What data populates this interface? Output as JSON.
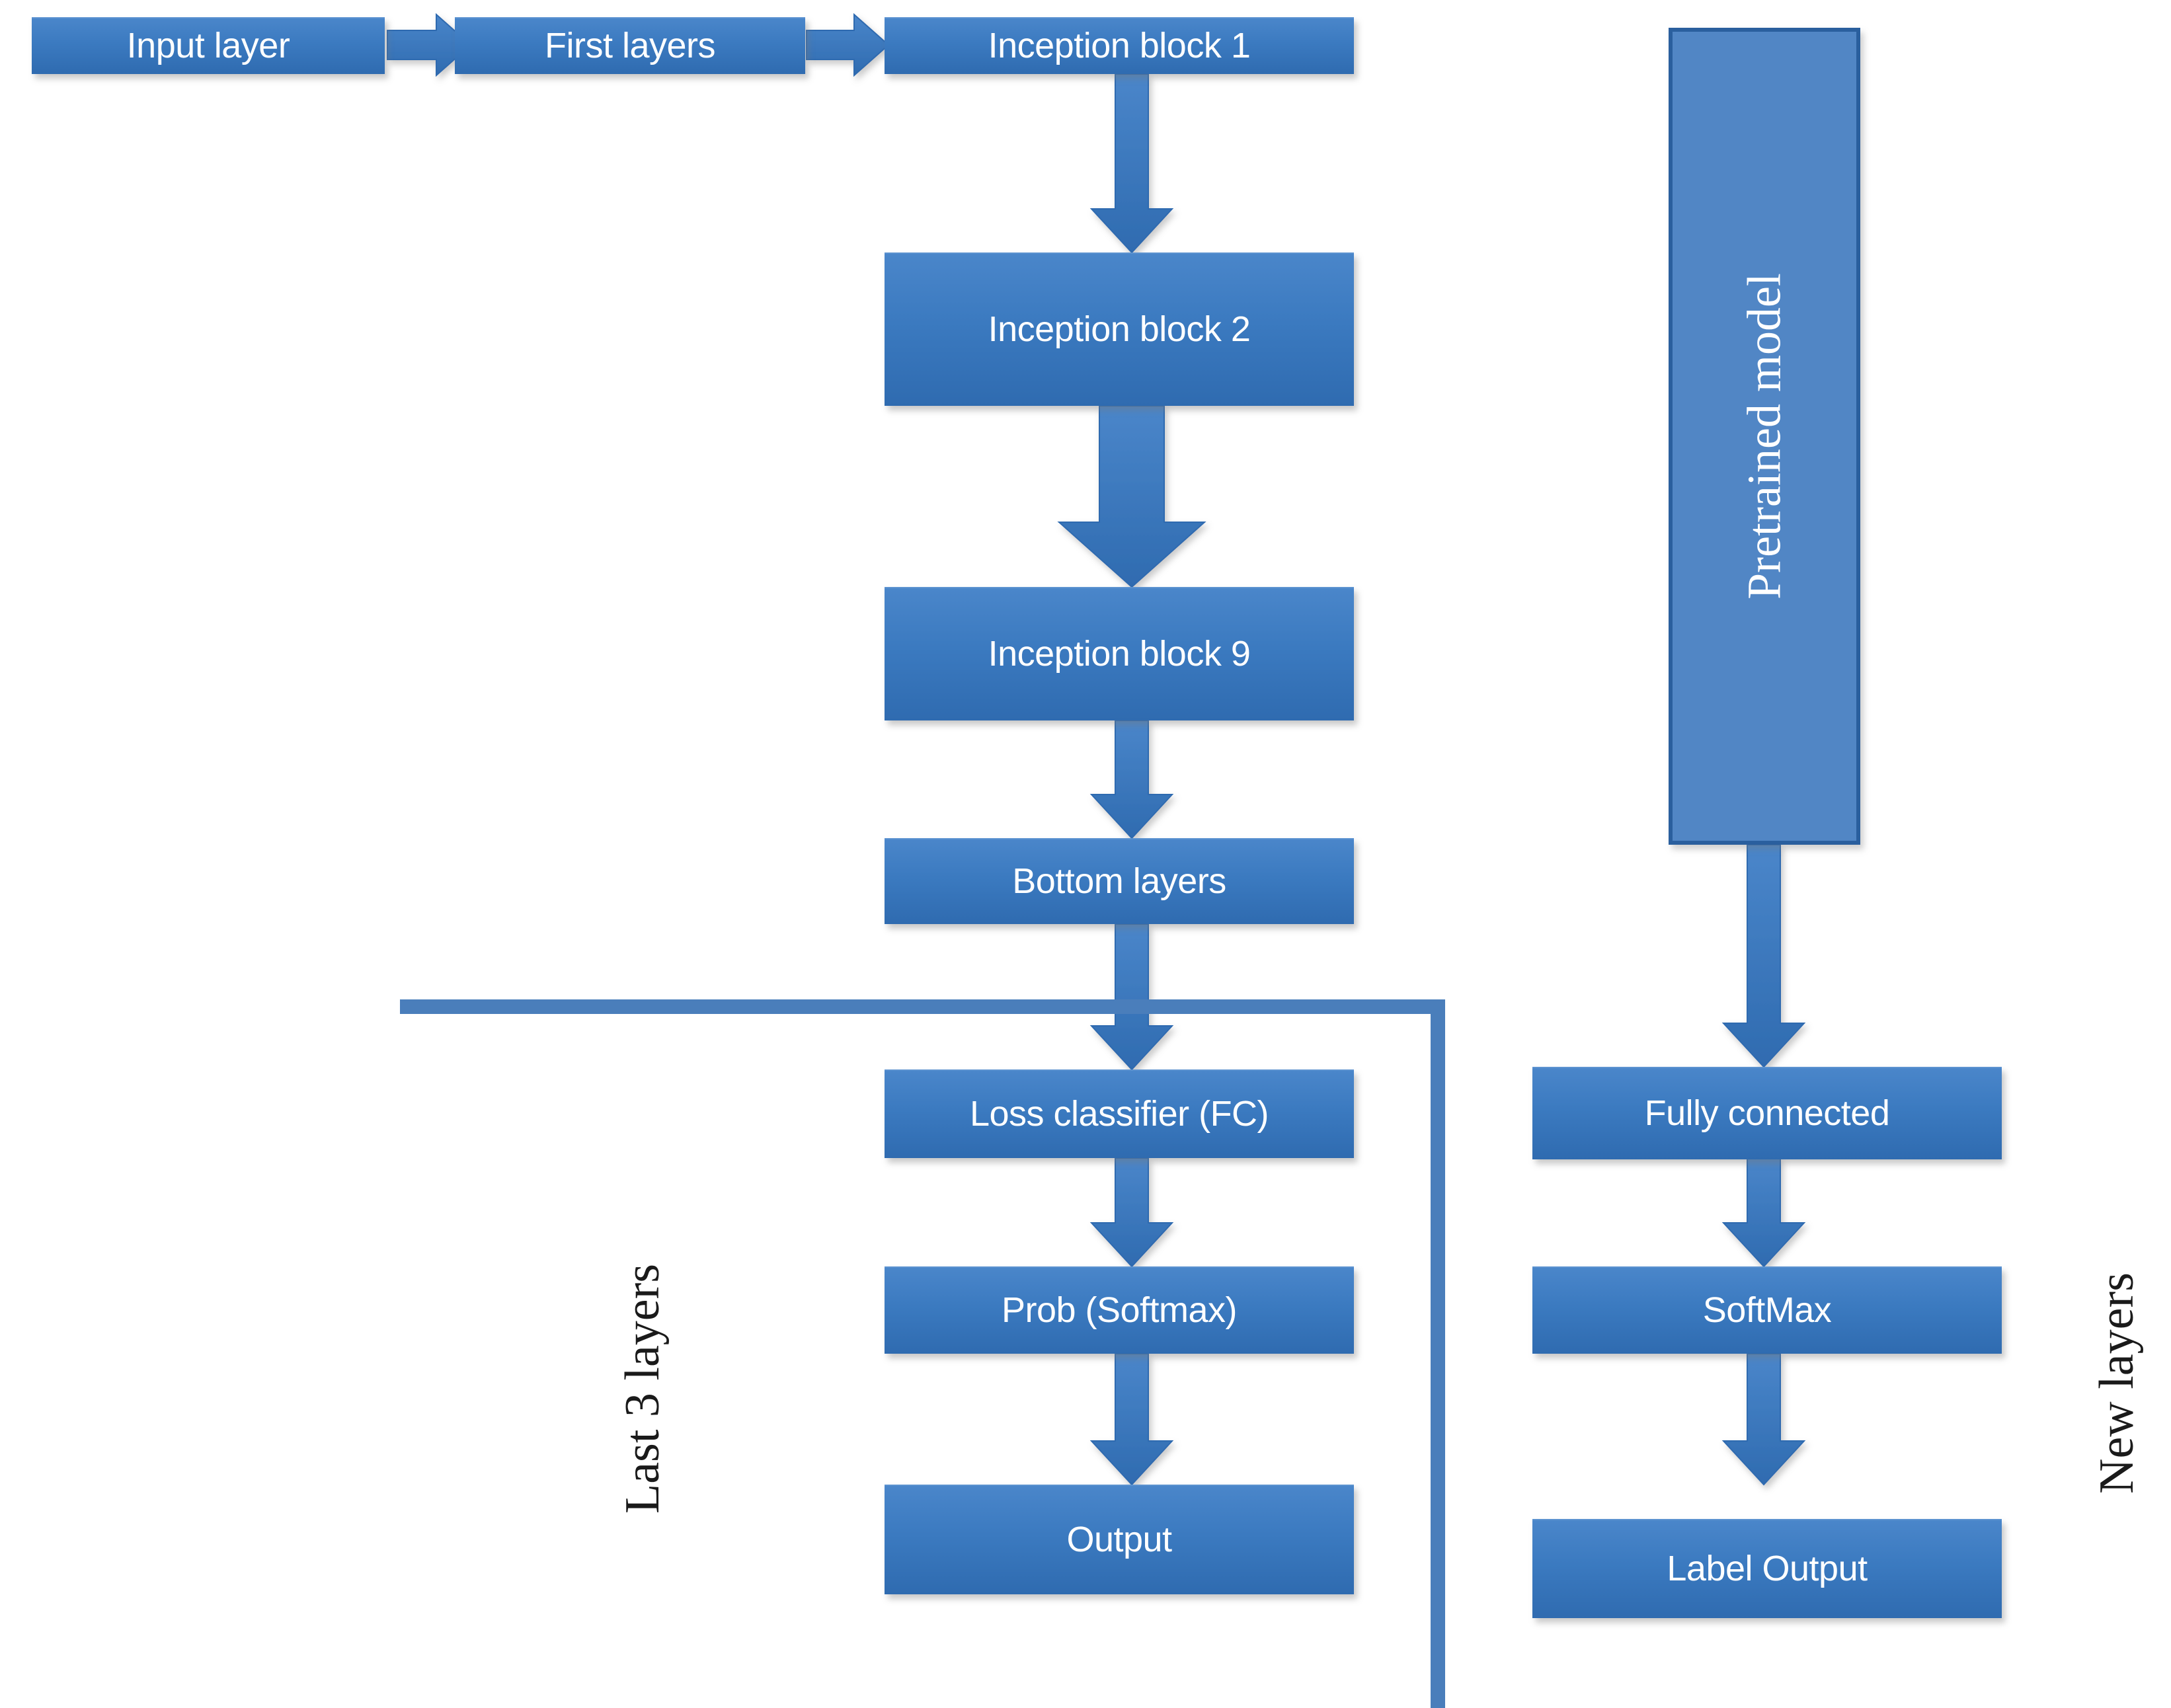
{
  "colors": {
    "box_fill_top": "#4a86ca",
    "box_fill_bottom": "#2f6bb0",
    "panel_fill": "#5186c5",
    "panel_border": "#2a5f9e",
    "arrow_fill": "#3b7ac0",
    "arrow_stroke": "#2f6bb0",
    "bracket_line": "#4a7ebb",
    "text_on_box": "#ffffff",
    "side_label_text": "#1a1a1a",
    "background": "#ffffff"
  },
  "diagram": {
    "title": "",
    "pipeline_row": [
      {
        "id": "input-layer",
        "label": "Input layer"
      },
      {
        "id": "first-layers",
        "label": "First layers"
      },
      {
        "id": "inception-block-1",
        "label": "Inception block 1"
      }
    ],
    "backbone_column": [
      {
        "id": "inception-block-2",
        "label": "Inception block 2"
      },
      {
        "id": "inception-block-9",
        "label": "Inception block 9"
      },
      {
        "id": "bottom-layers",
        "label": "Bottom layers"
      }
    ],
    "last3_column": [
      {
        "id": "loss-classifier",
        "label": "Loss classifier (FC)"
      },
      {
        "id": "prob-softmax",
        "label": "Prob (Softmax)"
      },
      {
        "id": "output",
        "label": "Output"
      }
    ],
    "new_layers_column": [
      {
        "id": "fully-connected",
        "label": "Fully connected"
      },
      {
        "id": "softmax",
        "label": "SoftMax"
      },
      {
        "id": "label-output",
        "label": "Label Output"
      }
    ],
    "pretrained_panel": {
      "id": "pretrained-model",
      "label": "Pretrained  model"
    },
    "side_labels": [
      {
        "id": "last-3-layers",
        "label": "Last 3  layers"
      },
      {
        "id": "new-layers",
        "label": "New layers"
      }
    ],
    "icons": {
      "right_arrow": "right-arrow-icon",
      "down_arrow": "down-arrow-icon",
      "bracket": "bracket-line-icon"
    }
  }
}
